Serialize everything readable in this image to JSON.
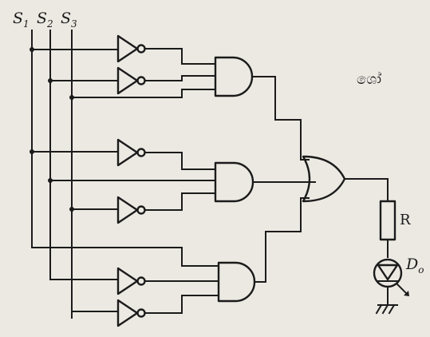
{
  "inputs": [
    {
      "letter": "S",
      "sub": "1"
    },
    {
      "letter": "S",
      "sub": "2"
    },
    {
      "letter": "S",
      "sub": "3"
    }
  ],
  "resistor": {
    "label": "R"
  },
  "led": {
    "letter": "D",
    "sub": "o"
  },
  "side_text": "ශෝ"
}
